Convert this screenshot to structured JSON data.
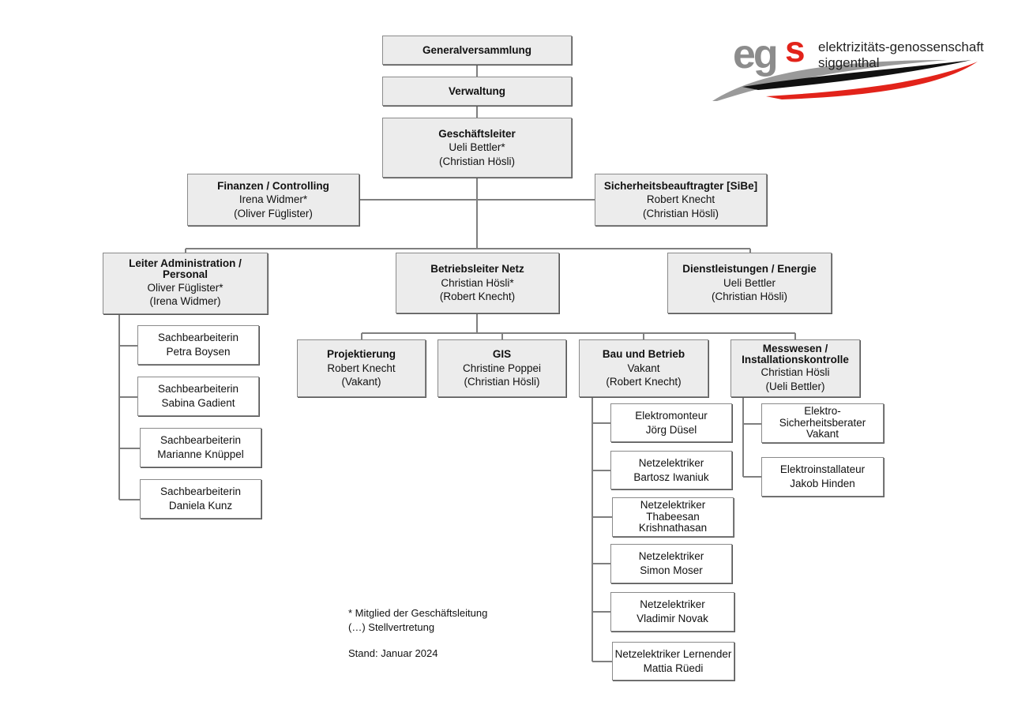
{
  "logo": {
    "mark": "egs",
    "line1": "elektrizitäts-genossenschaft",
    "line2": "siggenthal",
    "colors": {
      "grey": "#8c8c8c",
      "red": "#e2231a",
      "black": "#111111"
    }
  },
  "boxes": {
    "generalversammlung": {
      "title": "Generalversammlung"
    },
    "verwaltung": {
      "title": "Verwaltung"
    },
    "geschaeftsleiter": {
      "title": "Geschäftsleiter",
      "name": "Ueli Bettler*",
      "deputy": "(Christian Hösli)"
    },
    "finanzen": {
      "title": "Finanzen / Controlling",
      "name": "Irena Widmer*",
      "deputy": "(Oliver Füglister)"
    },
    "sibe": {
      "title": "Sicherheitsbeauftragter [SiBe]",
      "name": "Robert Knecht",
      "deputy": "(Christian Hösli)"
    },
    "admin": {
      "title1": "Leiter Administration /",
      "title2": "Personal",
      "name": "Oliver Füglister*",
      "deputy": "(Irena Widmer)"
    },
    "betrieb_netz": {
      "title": "Betriebsleiter Netz",
      "name": "Christian Hösli*",
      "deputy": "(Robert Knecht)"
    },
    "dienstleistungen": {
      "title": "Dienstleistungen / Energie",
      "name": "Ueli Bettler",
      "deputy": "(Christian Hösli)"
    },
    "projektierung": {
      "title": "Projektierung",
      "name": "Robert Knecht",
      "deputy": "(Vakant)"
    },
    "gis": {
      "title": "GIS",
      "name": "Christine Poppei",
      "deputy": "(Christian Hösli)"
    },
    "bau": {
      "title": "Bau und Betrieb",
      "name": "Vakant",
      "deputy": "(Robert Knecht)"
    },
    "messwesen": {
      "title1": "Messwesen /",
      "title2": "Installationskontrolle",
      "name": "Christian Hösli",
      "deputy": "(Ueli Bettler)"
    }
  },
  "admin_staff": [
    {
      "role": "Sachbearbeiterin",
      "name": "Petra Boysen"
    },
    {
      "role": "Sachbearbeiterin",
      "name": "Sabina Gadient"
    },
    {
      "role": "Sachbearbeiterin",
      "name": "Marianne Knüppel"
    },
    {
      "role": "Sachbearbeiterin",
      "name": "Daniela Kunz"
    }
  ],
  "bau_staff": [
    {
      "role": "Elektromonteur",
      "name": "Jörg Düsel"
    },
    {
      "role": "Netzelektriker",
      "name": "Bartosz Iwaniuk"
    },
    {
      "role": "Netzelektriker",
      "name": "Thabeesan Krishnathasan"
    },
    {
      "role": "Netzelektriker",
      "name": "Simon Moser"
    },
    {
      "role": "Netzelektriker",
      "name": "Vladimir Novak"
    },
    {
      "role": "Netzelektriker Lernender",
      "name": "Mattia Rüedi"
    }
  ],
  "mess_staff": [
    {
      "role": "Elektro-Sicherheitsberater",
      "name": "Vakant"
    },
    {
      "role": "Elektroinstallateur",
      "name": "Jakob Hinden"
    }
  ],
  "legend": {
    "line1": "* Mitglied der Geschäftsleitung",
    "line2": "(…) Stellvertretung",
    "line3": "Stand: Januar 2024"
  }
}
